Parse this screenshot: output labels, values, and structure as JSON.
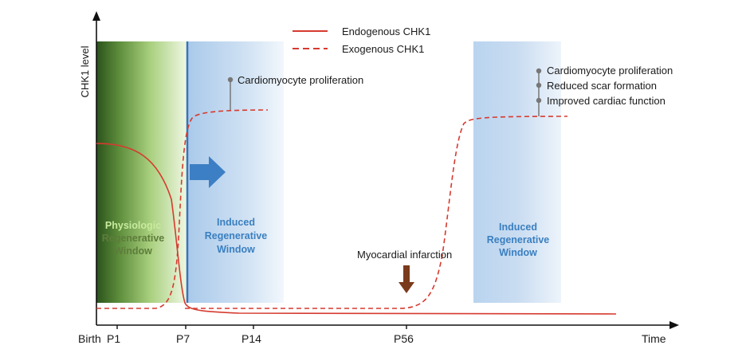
{
  "axes": {
    "y_label": "CHK1 level",
    "x_label": "Time",
    "ticks": [
      "Birth",
      "P1",
      "P7",
      "P14",
      "P56"
    ]
  },
  "legend": {
    "endogenous": "Endogenous CHK1",
    "exogenous": "Exogenous CHK1"
  },
  "windows": {
    "physiologic": [
      "Physiologic",
      "Regenerative",
      "Window"
    ],
    "induced_1": [
      "Induced",
      "Regenerative",
      "Window"
    ],
    "induced_2": [
      "Induced",
      "Regenerative",
      "Window"
    ]
  },
  "annotations": {
    "early": "Cardiomyocyte proliferation",
    "late": [
      "Cardiomyocyte proliferation",
      "Reduced scar formation",
      "Improved cardiac function"
    ],
    "event": "Myocardial infarction"
  },
  "colors": {
    "endogenous": "#d63a2f",
    "exogenous": "#d63a2f",
    "physiologic_dark": "#2f5a1e",
    "physiologic_light": "#e8f3d8",
    "induced": "#bcd6ee",
    "induced_text": "#3a7fc0",
    "physiologic_text": "#bfe49a",
    "arrow_blue": "#3d7fc4",
    "arrow_brown": "#7a3a1c"
  }
}
